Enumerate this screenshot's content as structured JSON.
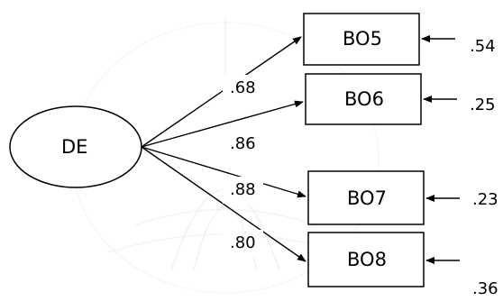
{
  "diagram": {
    "latent": {
      "label": "DE"
    },
    "indicators": [
      {
        "label": "BO5",
        "loading": ".68",
        "error": ".54"
      },
      {
        "label": "BO6",
        "loading": ".86",
        "error": ".25"
      },
      {
        "label": "BO7",
        "loading": ".88",
        "error": ".23"
      },
      {
        "label": "BO8",
        "loading": ".80",
        "error": ".36"
      }
    ]
  },
  "colors": {
    "stroke": "#000000",
    "background": "#ffffff",
    "watermark": "#e0e0e0"
  }
}
